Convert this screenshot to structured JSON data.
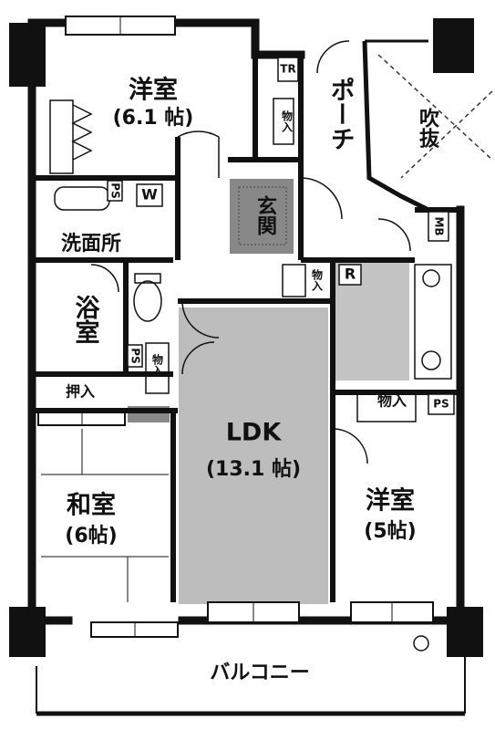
{
  "rooms": {
    "western_room_1": {
      "name": "洋室",
      "size": "(6.1 帖)"
    },
    "porch": {
      "name": "ポーチ"
    },
    "void": {
      "name": "吹抜"
    },
    "entrance": {
      "name": "玄関"
    },
    "washroom": {
      "name": "洗面所"
    },
    "bath": {
      "name": "浴室"
    },
    "ldk": {
      "name": "LDK",
      "size": "(13.1 帖)"
    },
    "japanese_room": {
      "name": "和室",
      "size": "(6帖)"
    },
    "western_room_2": {
      "name": "洋室",
      "size": "(5帖)"
    },
    "balcony": {
      "name": "バルコニー"
    },
    "oshiire": {
      "name": "押入"
    }
  },
  "storage": {
    "label": "物入"
  },
  "tags": {
    "tr": "TR",
    "mb": "MB",
    "ps": "PS",
    "w": "W",
    "r": "R"
  }
}
